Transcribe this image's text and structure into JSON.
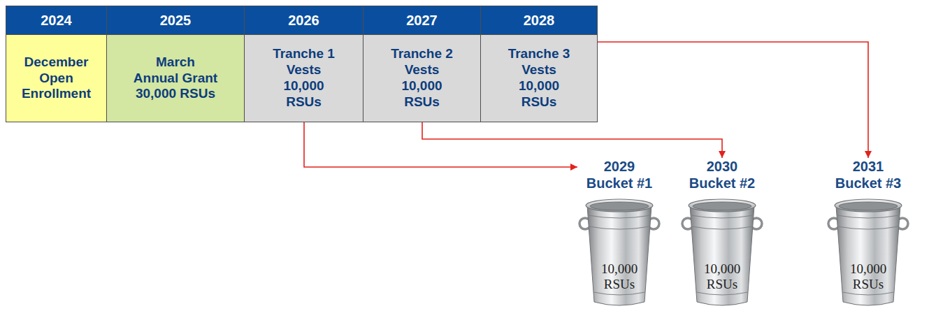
{
  "diagram": {
    "nodes": [
      {
        "text": [
          "2024",
          "December Open Enrollment"
        ]
      },
      {
        "text": [
          "2025",
          "March Annual Grant",
          "30,000 RSUs"
        ]
      },
      {
        "text": [
          "2026",
          "Tranche 1 Vests",
          "10,000 RSUs"
        ]
      },
      {
        "text": [
          "2027",
          "Tranche 2 Vests",
          "10,000 RSUs"
        ]
      },
      {
        "text": [
          "2028",
          "Tranche 3 Vests",
          "10,000 RSUs"
        ]
      },
      {
        "text": [
          "2029 Bucket #1",
          "10,000 RSUs"
        ]
      },
      {
        "text": [
          "2030 Bucket #2",
          "10,000 RSUs"
        ]
      },
      {
        "text": [
          "2031 Bucket #3",
          "10,000 RSUs"
        ]
      }
    ],
    "edges": [
      {
        "from": 2,
        "to": 5,
        "arrow": "to"
      },
      {
        "from": 3,
        "to": 6,
        "arrow": "to"
      },
      {
        "from": 4,
        "to": 7,
        "arrow": "to"
      }
    ]
  }
}
